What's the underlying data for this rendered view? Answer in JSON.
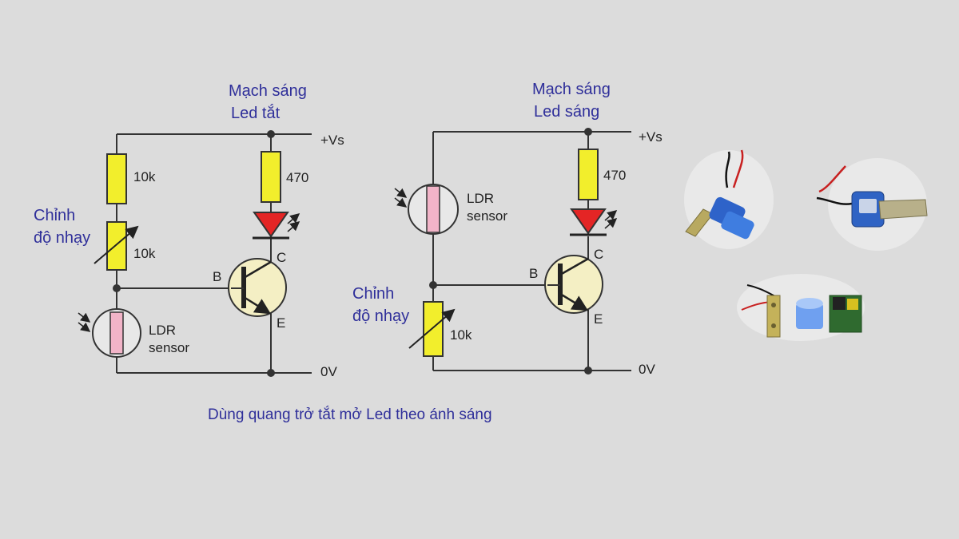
{
  "colors": {
    "background": "#dcdcdc",
    "wire": "#333333",
    "resistor": "#f2ee2c",
    "ldr_element": "#f2b4c8",
    "led": "#e42525",
    "transistor": "#f4efc4",
    "label_blue": "#2f2f9a"
  },
  "left_circuit": {
    "title_line1": "Mạch sáng",
    "title_line2": "Led tắt",
    "supply": "+Vs",
    "ground": "0V",
    "r_top": "10k",
    "r_var": "10k",
    "r_led": "470",
    "adjust_line1": "Chỉnh",
    "adjust_line2": "độ nhạy",
    "ldr_line1": "LDR",
    "ldr_line2": "sensor",
    "base": "B",
    "collector": "C",
    "emitter": "E"
  },
  "right_circuit": {
    "title_line1": "Mạch sáng",
    "title_line2": "Led sáng",
    "supply": "+Vs",
    "ground": "0V",
    "r_var": "10k",
    "r_led": "470",
    "adjust_line1": "Chỉnh",
    "adjust_line2": "độ nhạy",
    "ldr_line1": "LDR",
    "ldr_line2": "sensor",
    "base": "B",
    "collector": "C",
    "emitter": "E"
  },
  "caption": "Dùng quang trở tắt mở Led theo ánh sáng",
  "photos": [
    "blue-sensor-with-bracket-1",
    "blue-sensor-with-bracket-2",
    "sensor-parts-and-pcb"
  ]
}
